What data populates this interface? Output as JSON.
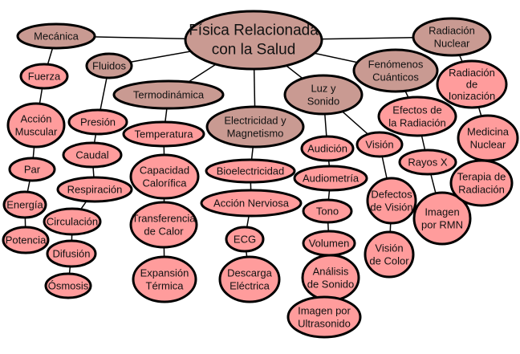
{
  "colors": {
    "category": "#c99a92",
    "concept": "#ff9c9c",
    "stroke": "#000000"
  },
  "nodes": [
    {
      "id": "root",
      "lines": [
        "Física Relacionada",
        "con la Salud"
      ],
      "kind": "category"
    },
    {
      "id": "mecanica",
      "lines": [
        "Mecánica"
      ],
      "kind": "category"
    },
    {
      "id": "fluidos",
      "lines": [
        "Fluidos"
      ],
      "kind": "category"
    },
    {
      "id": "termodinamica",
      "lines": [
        "Termodinámica"
      ],
      "kind": "category"
    },
    {
      "id": "electricidad",
      "lines": [
        "Electricidad y",
        "Magnetismo"
      ],
      "kind": "category"
    },
    {
      "id": "luz-sonido",
      "lines": [
        "Luz y",
        "Sonido"
      ],
      "kind": "category"
    },
    {
      "id": "fenomenos",
      "lines": [
        "Fenómenos",
        "Cuánticos"
      ],
      "kind": "category"
    },
    {
      "id": "radiacion-nuclear",
      "lines": [
        "Radiación",
        "Nuclear"
      ],
      "kind": "category"
    },
    {
      "id": "fuerza",
      "lines": [
        "Fuerza"
      ],
      "kind": "concept"
    },
    {
      "id": "accion-muscular",
      "lines": [
        "Acción",
        "Muscular"
      ],
      "kind": "concept"
    },
    {
      "id": "par",
      "lines": [
        "Par"
      ],
      "kind": "concept"
    },
    {
      "id": "energia",
      "lines": [
        "Energía"
      ],
      "kind": "concept"
    },
    {
      "id": "potencia",
      "lines": [
        "Potencia"
      ],
      "kind": "concept"
    },
    {
      "id": "presion",
      "lines": [
        "Presión"
      ],
      "kind": "concept"
    },
    {
      "id": "caudal",
      "lines": [
        "Caudal"
      ],
      "kind": "concept"
    },
    {
      "id": "respiracion",
      "lines": [
        "Respiración"
      ],
      "kind": "concept"
    },
    {
      "id": "circulacion",
      "lines": [
        "Circulación"
      ],
      "kind": "concept"
    },
    {
      "id": "difusion",
      "lines": [
        "Difusión"
      ],
      "kind": "concept"
    },
    {
      "id": "osmosis",
      "lines": [
        "Ósmosis"
      ],
      "kind": "concept"
    },
    {
      "id": "temperatura",
      "lines": [
        "Temperatura"
      ],
      "kind": "concept"
    },
    {
      "id": "capacidad",
      "lines": [
        "Capacidad",
        "Calorífica"
      ],
      "kind": "concept"
    },
    {
      "id": "transferencia",
      "lines": [
        "Transferencia",
        "de Calor"
      ],
      "kind": "concept"
    },
    {
      "id": "expansion",
      "lines": [
        "Expansión",
        "Térmica"
      ],
      "kind": "concept"
    },
    {
      "id": "bioelectricidad",
      "lines": [
        "Bioelectricidad"
      ],
      "kind": "concept"
    },
    {
      "id": "accion-nerviosa",
      "lines": [
        "Acción Nerviosa"
      ],
      "kind": "concept"
    },
    {
      "id": "ecg",
      "lines": [
        "ECG"
      ],
      "kind": "concept"
    },
    {
      "id": "descarga",
      "lines": [
        "Descarga",
        "Eléctrica"
      ],
      "kind": "concept"
    },
    {
      "id": "audicion",
      "lines": [
        "Audición"
      ],
      "kind": "concept"
    },
    {
      "id": "audiometria",
      "lines": [
        "Audiometría"
      ],
      "kind": "concept"
    },
    {
      "id": "tono",
      "lines": [
        "Tono"
      ],
      "kind": "concept"
    },
    {
      "id": "volumen",
      "lines": [
        "Volumen"
      ],
      "kind": "concept"
    },
    {
      "id": "analisis",
      "lines": [
        "Análisis",
        "de Sonido"
      ],
      "kind": "concept"
    },
    {
      "id": "ultrasonido",
      "lines": [
        "Imagen por",
        "Ultrasonido"
      ],
      "kind": "concept"
    },
    {
      "id": "vision",
      "lines": [
        "Visión"
      ],
      "kind": "concept"
    },
    {
      "id": "defectos",
      "lines": [
        "Defectos",
        "de Visión"
      ],
      "kind": "concept"
    },
    {
      "id": "vision-color",
      "lines": [
        "Visión",
        "de Color"
      ],
      "kind": "concept"
    },
    {
      "id": "efectos",
      "lines": [
        "Efectos de",
        "la Radiación"
      ],
      "kind": "concept"
    },
    {
      "id": "rayos-x",
      "lines": [
        "Rayos X"
      ],
      "kind": "concept"
    },
    {
      "id": "rmn",
      "lines": [
        "Imagen",
        "por RMN"
      ],
      "kind": "concept"
    },
    {
      "id": "ionizacion",
      "lines": [
        "Radiación",
        "de",
        "Ionización"
      ],
      "kind": "concept"
    },
    {
      "id": "medicina",
      "lines": [
        "Medicina",
        "Nuclear"
      ],
      "kind": "concept"
    },
    {
      "id": "terapia",
      "lines": [
        "Terapia de",
        "Radiación"
      ],
      "kind": "concept"
    }
  ],
  "edges": [
    [
      "root",
      "mecanica"
    ],
    [
      "root",
      "fluidos"
    ],
    [
      "root",
      "termodinamica"
    ],
    [
      "root",
      "electricidad"
    ],
    [
      "root",
      "luz-sonido"
    ],
    [
      "root",
      "fenomenos"
    ],
    [
      "root",
      "radiacion-nuclear"
    ],
    [
      "mecanica",
      "fuerza"
    ],
    [
      "fuerza",
      "accion-muscular"
    ],
    [
      "accion-muscular",
      "par"
    ],
    [
      "par",
      "energia"
    ],
    [
      "energia",
      "potencia"
    ],
    [
      "fluidos",
      "presion"
    ],
    [
      "presion",
      "caudal"
    ],
    [
      "caudal",
      "respiracion"
    ],
    [
      "respiracion",
      "circulacion"
    ],
    [
      "circulacion",
      "difusion"
    ],
    [
      "difusion",
      "osmosis"
    ],
    [
      "termodinamica",
      "temperatura"
    ],
    [
      "temperatura",
      "capacidad"
    ],
    [
      "capacidad",
      "transferencia"
    ],
    [
      "transferencia",
      "expansion"
    ],
    [
      "electricidad",
      "bioelectricidad"
    ],
    [
      "bioelectricidad",
      "accion-nerviosa"
    ],
    [
      "accion-nerviosa",
      "ecg"
    ],
    [
      "ecg",
      "descarga"
    ],
    [
      "luz-sonido",
      "audicion"
    ],
    [
      "audicion",
      "audiometria"
    ],
    [
      "audiometria",
      "tono"
    ],
    [
      "tono",
      "volumen"
    ],
    [
      "volumen",
      "analisis"
    ],
    [
      "analisis",
      "ultrasonido"
    ],
    [
      "luz-sonido",
      "vision"
    ],
    [
      "vision",
      "defectos"
    ],
    [
      "defectos",
      "vision-color"
    ],
    [
      "fenomenos",
      "efectos"
    ],
    [
      "efectos",
      "rayos-x"
    ],
    [
      "rayos-x",
      "rmn"
    ],
    [
      "radiacion-nuclear",
      "ionizacion"
    ],
    [
      "ionizacion",
      "medicina"
    ],
    [
      "medicina",
      "terapia"
    ]
  ]
}
